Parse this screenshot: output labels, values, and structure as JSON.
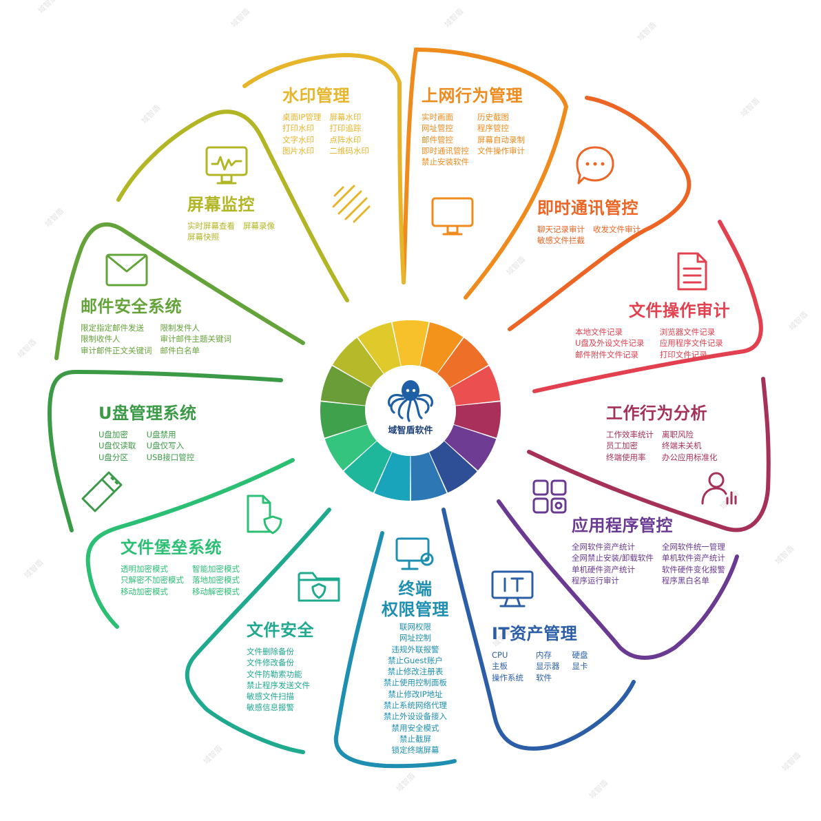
{
  "center": {
    "brand": "域智盾软件"
  },
  "watermark": "域智盾",
  "segments": [
    {
      "key": "internet",
      "title": "上网行为管理",
      "color": "#ef8a1d",
      "cols": 2,
      "items": [
        "实时画面",
        "历史截图",
        "网址管控",
        "程序管控",
        "邮件管控",
        "屏幕自动录制",
        "即时通讯管控",
        "文件操作审计",
        "禁止安装软件"
      ],
      "icon": "monitor-icon"
    },
    {
      "key": "im",
      "title": "即时通讯管控",
      "color": "#ec6524",
      "cols": 2,
      "items": [
        "聊天记录审计",
        "收发文件审计",
        "敏感文件拦截"
      ],
      "icon": "chat-bubble-icon"
    },
    {
      "key": "fileaudit",
      "title": "文件操作审计",
      "color": "#e3404f",
      "cols": 2,
      "items": [
        "本地文件记录",
        "浏览器文件记录",
        "U盘及外设文件记录",
        "应用程序文件记录",
        "邮件附件文件记录",
        "打印文件记录"
      ],
      "icon": "document-icon"
    },
    {
      "key": "behavior",
      "title": "工作行为分析",
      "color": "#a53058",
      "cols": 2,
      "items": [
        "工作效率统计",
        "离职风险",
        "员工加密",
        "终端未关机",
        "终端使用率",
        "办公应用标准化"
      ],
      "icon": "user-chart-icon"
    },
    {
      "key": "appctl",
      "title": "应用程序管控",
      "color": "#6a3a92",
      "cols": 2,
      "items": [
        "全网软件资产统计",
        "全网软件统一管理",
        "全网禁止安装/卸载软件",
        "单机软件资产统计",
        "单机硬件资产统计",
        "软件硬件变化报警",
        "程序运行审计",
        "程序黑白名单"
      ],
      "icon": "app-grid-icon"
    },
    {
      "key": "itasset",
      "title": "IT资产管理",
      "color": "#2b5ea7",
      "cols": 3,
      "items": [
        "CPU",
        "内存",
        "硬盘",
        "主板",
        "显示器",
        "显卡",
        "操作系统",
        "软件"
      ],
      "icon": "it-monitor-icon"
    },
    {
      "key": "terminal",
      "title": "终端",
      "title2": "权限管理",
      "color": "#1e8fb0",
      "cols": 1,
      "items": [
        "联网权限",
        "网址控制",
        "违规外联报警",
        "禁止Guest账户",
        "禁止修改注册表",
        "禁止使用控制面板",
        "禁止修改IP地址",
        "禁止系统网络代理",
        "禁止外设设备接入",
        "禁用安全模式",
        "禁止截屏",
        "锁定终端屏幕"
      ],
      "icon": "monitor-gear-icon"
    },
    {
      "key": "filesec",
      "title": "文件安全",
      "color": "#1fa98e",
      "cols": 1,
      "items": [
        "文件删除备份",
        "文件修改备份",
        "文件防勒索功能",
        "禁止程序发送文件",
        "敏感文件扫描",
        "敏感信息报警"
      ],
      "icon": "folder-shield-icon"
    },
    {
      "key": "fortress",
      "title": "文件堡垒系统",
      "color": "#2bbf74",
      "cols": 2,
      "items": [
        "透明加密模式",
        "智能加密模式",
        "只解密不加密模式",
        "落地加密模式",
        "移动加密模式",
        "移动解密模式"
      ],
      "icon": "file-shield-icon"
    },
    {
      "key": "usb",
      "title": "U盘管理系统",
      "color": "#3a9a45",
      "cols": 2,
      "items": [
        "U盘加密",
        "U盘禁用",
        "U盘仅读取",
        "U盘仅写入",
        "U盘分区",
        "USB接口管控"
      ],
      "icon": "usb-drive-icon"
    },
    {
      "key": "mail",
      "title": "邮件安全系统",
      "color": "#64a33a",
      "cols": 2,
      "items": [
        "限定指定邮件发送",
        "限制发件人",
        "限制收件人",
        "审计邮件主题关键词",
        "审计邮件正文关键词",
        "邮件白名单"
      ],
      "icon": "envelope-icon"
    },
    {
      "key": "screen",
      "title": "屏幕监控",
      "color": "#b2b625",
      "cols": 2,
      "items": [
        "实时屏幕查看",
        "屏幕录像",
        "屏幕快照"
      ],
      "icon": "screen-wave-icon"
    },
    {
      "key": "watermark",
      "title": "水印管理",
      "color": "#e6b52a",
      "cols": 2,
      "items": [
        "桌面IP管理",
        "屏幕水印",
        "打印水印",
        "打印追踪",
        "文字水印",
        "点阵水印",
        "图片水印",
        "二维码水印"
      ],
      "icon": "diagonal-lines-icon"
    }
  ]
}
